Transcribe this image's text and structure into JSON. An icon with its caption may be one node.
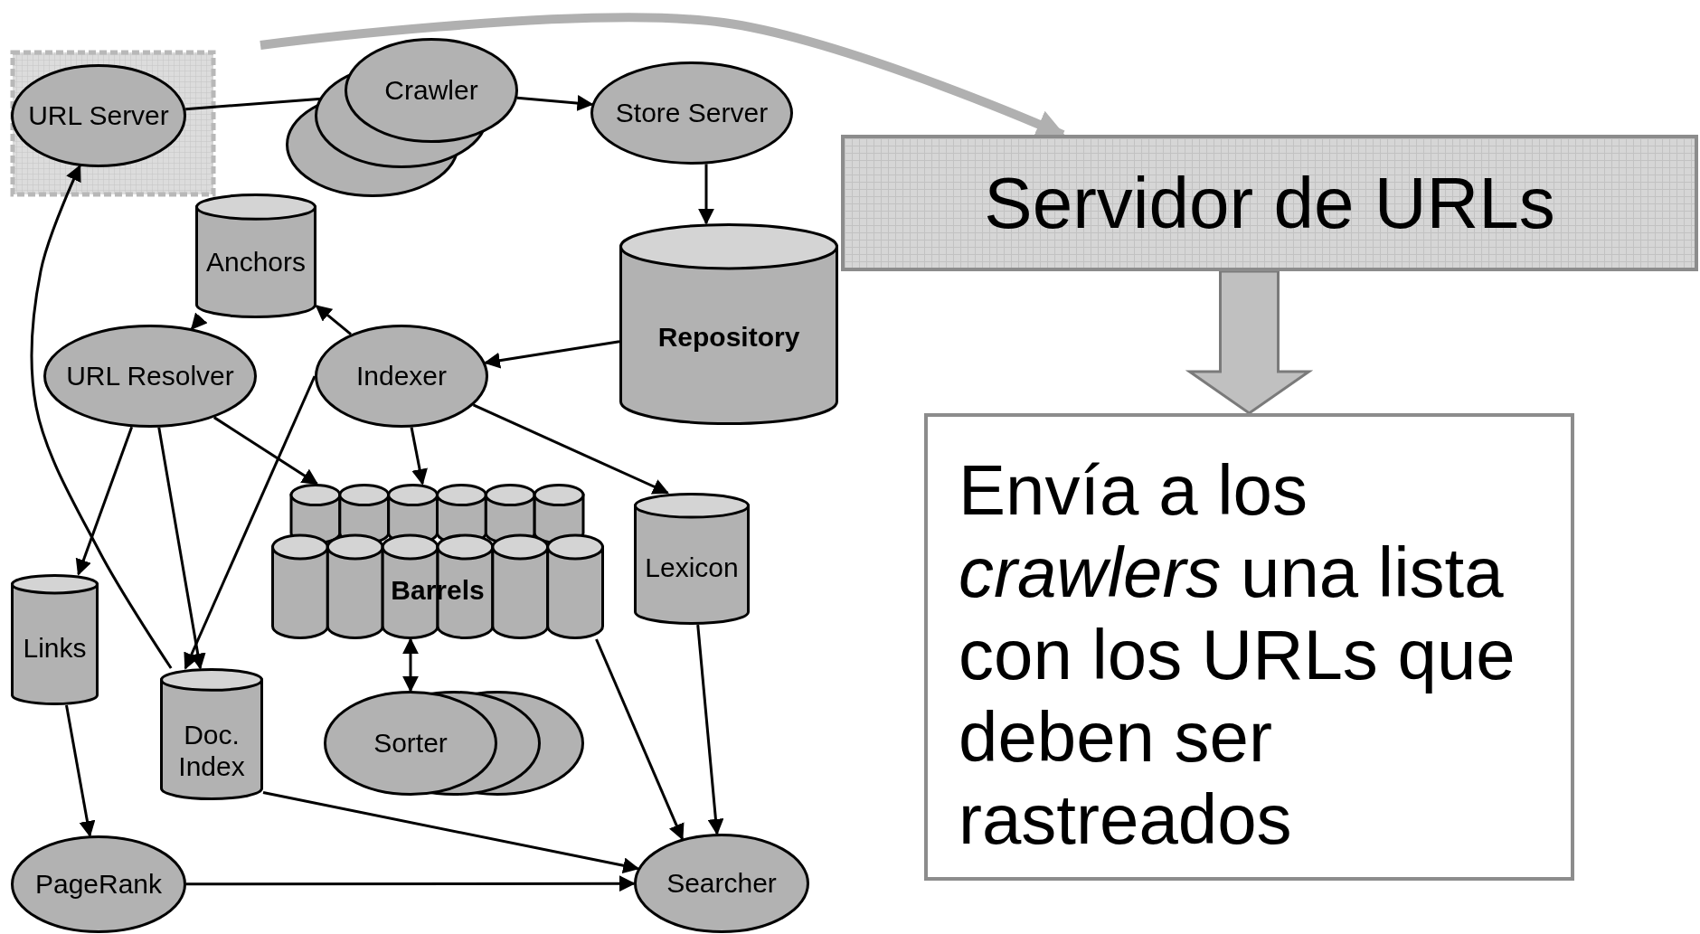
{
  "diagram": {
    "nodes": [
      {
        "text": [
          "URL Server"
        ]
      },
      {
        "text": [
          "Crawler"
        ]
      },
      {
        "text": [
          "Store Server"
        ]
      },
      {
        "text": [
          "Anchors"
        ]
      },
      {
        "text": [
          "Repository"
        ]
      },
      {
        "text": [
          "URL Resolver"
        ]
      },
      {
        "text": [
          "Indexer"
        ]
      },
      {
        "text": [
          "Barrels"
        ]
      },
      {
        "text": [
          "Lexicon"
        ]
      },
      {
        "text": [
          "Links"
        ]
      },
      {
        "text": [
          "Doc. Index"
        ]
      },
      {
        "text": [
          "Sorter"
        ]
      },
      {
        "text": [
          "PageRank"
        ]
      },
      {
        "text": [
          "Searcher"
        ]
      },
      {
        "text": [
          "Servidor de URLs"
        ]
      },
      {
        "text": [
          "Envía a los *crawlers* una lista con los URLs que deben ser rastreados"
        ]
      }
    ],
    "edges": [
      {
        "from": 0,
        "to": 1,
        "arrow": "to"
      },
      {
        "from": 1,
        "to": 2,
        "arrow": "to"
      },
      {
        "from": 2,
        "to": 4,
        "arrow": "to"
      },
      {
        "from": 4,
        "to": 6,
        "arrow": "to"
      },
      {
        "from": 6,
        "to": 3,
        "arrow": "to"
      },
      {
        "from": 3,
        "to": 5,
        "arrow": "to"
      },
      {
        "from": 5,
        "to": 9,
        "arrow": "to"
      },
      {
        "from": 5,
        "to": 10,
        "arrow": "to"
      },
      {
        "from": 5,
        "to": 7,
        "arrow": "to"
      },
      {
        "from": 6,
        "to": 10,
        "arrow": "to"
      },
      {
        "from": 6,
        "to": 7,
        "arrow": "to"
      },
      {
        "from": 6,
        "to": 8,
        "arrow": "to"
      },
      {
        "from": 10,
        "to": 0,
        "arrow": "to"
      },
      {
        "from": 7,
        "to": 11,
        "arrow": "both"
      },
      {
        "from": 9,
        "to": 12,
        "arrow": "to"
      },
      {
        "from": 10,
        "to": 13,
        "arrow": "to"
      },
      {
        "from": 7,
        "to": 13,
        "arrow": "to"
      },
      {
        "from": 8,
        "to": 13,
        "arrow": "to"
      },
      {
        "from": 12,
        "to": 13,
        "arrow": "to"
      },
      {
        "from": 14,
        "to": 15,
        "arrow": "to",
        "style": "thick",
        "color": "#c0c0c0"
      },
      {
        "from": null,
        "to": 14,
        "arrow": "to",
        "style": "thick",
        "color": "#b0b0b0"
      }
    ]
  }
}
